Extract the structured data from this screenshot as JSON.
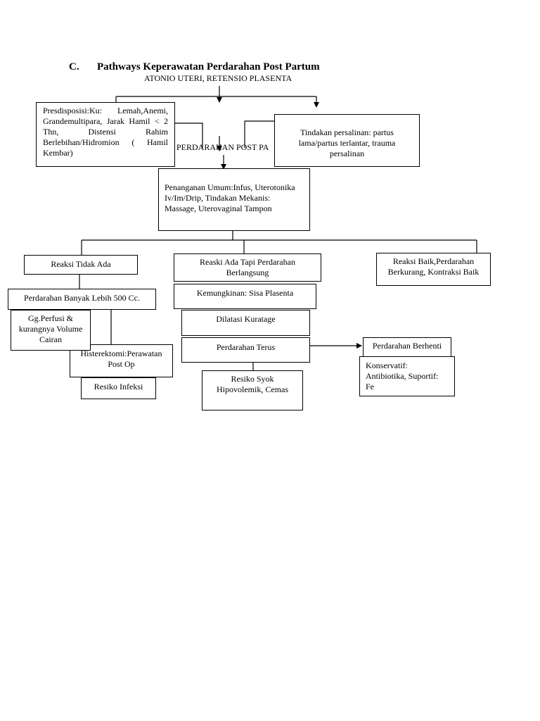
{
  "title": {
    "number": "C.",
    "text": "Pathways Keperawatan Perdarahan Post Partum"
  },
  "subtitle": "ATONIO UTERI, RETENSIO PLASENTA",
  "nodes": {
    "presdisposisi": "Presdisposisi:Ku: Lemah,Anemi, Grandemultipara, Jarak Hamil < 2 Thn, Distensi Rahim Berlebihan/Hidromion ( Hamil Kembar)",
    "tindakan": "Tindakan persalinan: partus lama/partus terlantar, trauma persalinan",
    "perdarahan_post_partum": "PERDARAHAN POST PA",
    "penanganan": "Penanganan Umum:Infus, Uterotonika Iv/Im/Drip, Tindakan Mekanis: Massage, Uterovaginal Tampon",
    "reaksi_tidak_ada": "Reaksi Tidak Ada",
    "reaksi_ada": "Reaski Ada Tapi Perdarahan Berlangsung",
    "reaksi_baik": "Reaksi Baik,Perdarahan Berkurang, Kontraksi Baik",
    "perdarahan_banyak": "Perdarahan Banyak Lebih 500 Cc.",
    "gg_perfusi": "Gg.Perfusi & kurangnya Volume Cairan",
    "histerektomi": "Histerektomi:Perawatan Post Op",
    "resiko_infeksi": "Resiko Infeksi",
    "kemungkinan": "Kemungkinan: Sisa Plasenta",
    "dilatasi": "Dilatasi Kuratage",
    "perdarahan_terus": "Perdarahan Terus",
    "resiko_syok": "Resiko Syok Hipovolemik, Cemas",
    "perdarahan_berhenti": "Perdarahan Berhenti",
    "konservatif": "Konservatif: Antibiotika, Suportif: Fe"
  }
}
